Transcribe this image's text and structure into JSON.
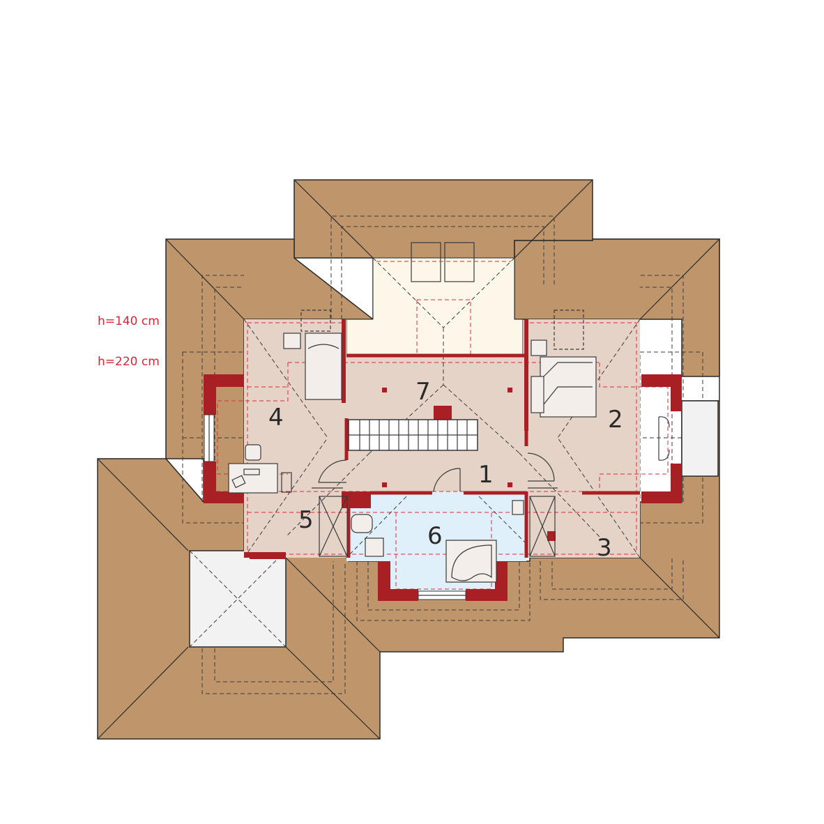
{
  "legend": {
    "h140": "h=140 cm",
    "h220": "h=220 cm"
  },
  "rooms": [
    {
      "id": "1",
      "label": "1"
    },
    {
      "id": "2",
      "label": "2"
    },
    {
      "id": "3",
      "label": "3"
    },
    {
      "id": "4",
      "label": "4"
    },
    {
      "id": "5",
      "label": "5"
    },
    {
      "id": "6",
      "label": "6"
    },
    {
      "id": "7",
      "label": "7"
    }
  ],
  "colors": {
    "roof": "#bf956c",
    "room_floor": "#e4d3c6",
    "bathroom_floor": "#dff0fa",
    "void_area": "#fdf7ea",
    "terrace": "#f2f2f2",
    "walls": "#a81f24",
    "height_lines": "#e02a3c"
  }
}
